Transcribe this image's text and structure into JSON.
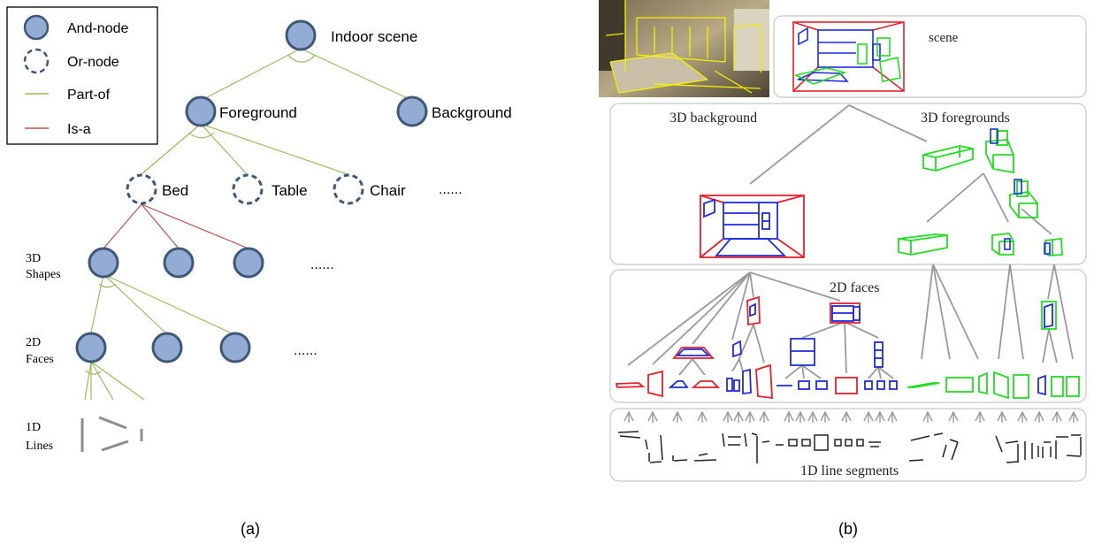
{
  "panel_a": {
    "legend": {
      "and_node": "And-node",
      "or_node": "Or-node",
      "part_of": "Part-of",
      "is_a": "Is-a"
    },
    "nodes": {
      "indoor_scene": "Indoor scene",
      "foreground": "Foreground",
      "background": "Background",
      "bed": "Bed",
      "table": "Table",
      "chair": "Chair",
      "or_ellipsis": "......",
      "shapes_ellipsis": "......",
      "faces_ellipsis": "......"
    },
    "levels": {
      "shapes_line1": "3D",
      "shapes_line2": "Shapes",
      "faces_line1": "2D",
      "faces_line2": "Faces",
      "lines_line1": "1D",
      "lines_line2": "Lines"
    },
    "caption": "(a)"
  },
  "panel_b": {
    "scene_label": "scene",
    "background_label": "3D background",
    "foregrounds_label": "3D foregrounds",
    "faces_label": "2D faces",
    "lines_label": "1D line segments",
    "caption": "(b)"
  },
  "colors": {
    "and_node_fill": "#92acd4",
    "and_node_stroke": "#3f5878",
    "part_of": "#9bbb59",
    "is_a": "#c0504d",
    "box_red": "#e8202a",
    "box_blue": "#1d2ce0",
    "box_green": "#22dd22",
    "edge_gray": "#9a9a9a"
  }
}
